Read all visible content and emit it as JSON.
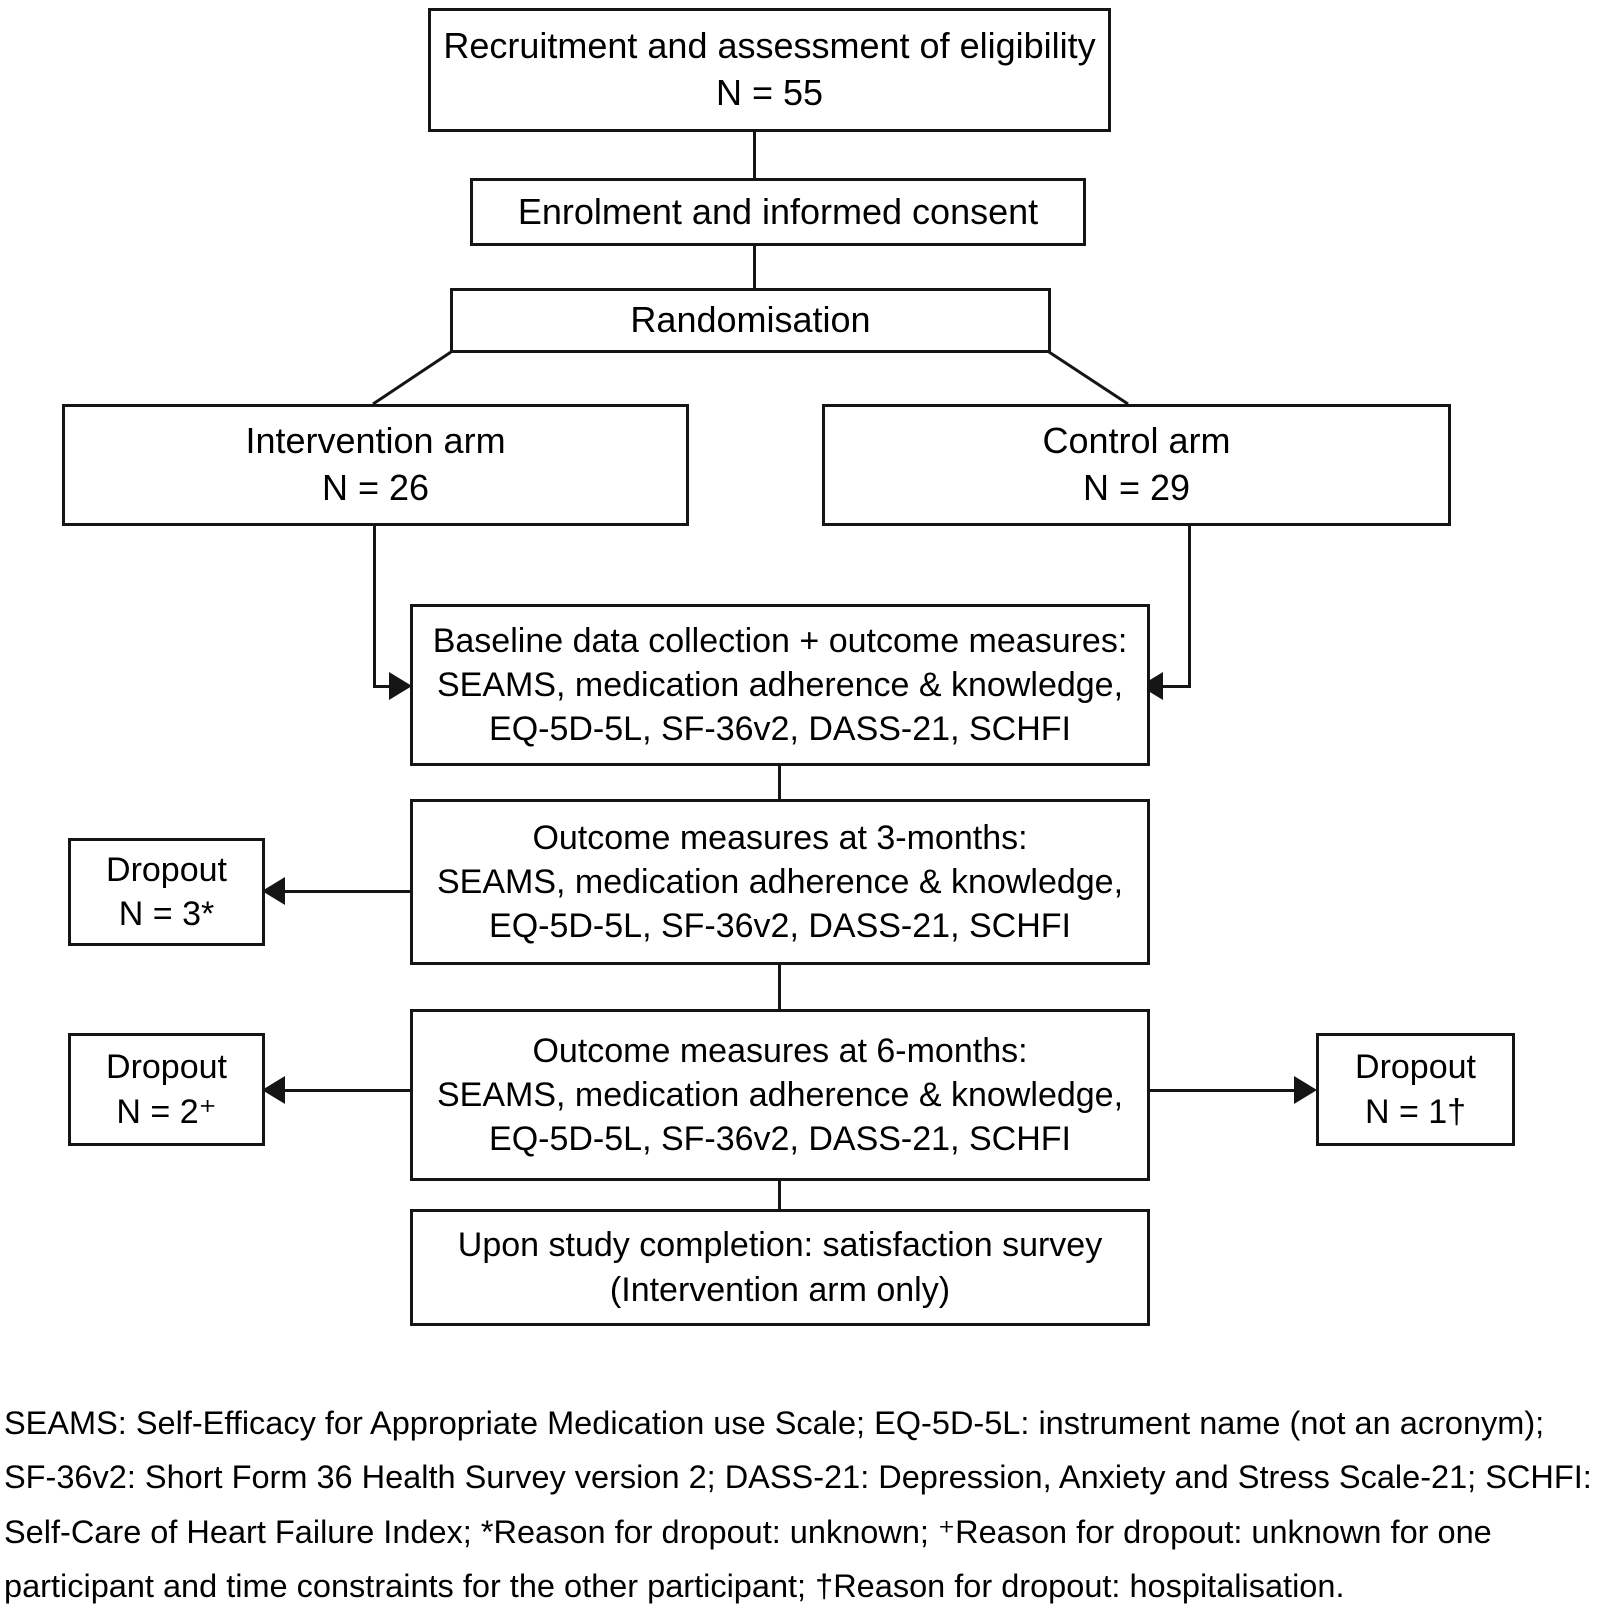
{
  "diagram": {
    "title": "CONSORT-style participant flow diagram",
    "nodes": {
      "recruitment": {
        "line1": "Recruitment and assessment of eligibility",
        "line2": "N = 55"
      },
      "enrolment": {
        "line1": "Enrolment and informed consent"
      },
      "randomisation": {
        "line1": "Randomisation"
      },
      "intervention_arm": {
        "line1": "Intervention arm",
        "line2": "N = 26"
      },
      "control_arm": {
        "line1": "Control arm",
        "line2": "N = 29"
      },
      "baseline": {
        "line1": "Baseline data collection + outcome measures:",
        "line2": "SEAMS, medication adherence & knowledge,",
        "line3": "EQ-5D-5L, SF-36v2, DASS-21, SCHFI"
      },
      "outcome_3_months": {
        "line1": "Outcome measures at 3-months:",
        "line2": "SEAMS, medication adherence & knowledge,",
        "line3": "EQ-5D-5L, SF-36v2, DASS-21, SCHFI"
      },
      "outcome_6_months": {
        "line1": "Outcome measures at 6-months:",
        "line2": "SEAMS, medication adherence & knowledge,",
        "line3": "EQ-5D-5L, SF-36v2, DASS-21, SCHFI"
      },
      "completion": {
        "line1": "Upon study completion: satisfaction survey",
        "line2": "(Intervention arm only)"
      },
      "dropout_3m_left": {
        "line1": "Dropout",
        "line2": "N = 3*"
      },
      "dropout_6m_left": {
        "line1": "Dropout",
        "line2": "N = 2⁺"
      },
      "dropout_6m_right": {
        "line1": "Dropout",
        "line2": "N = 1†"
      }
    },
    "footnote": {
      "line1": "SEAMS: Self-Efficacy for Appropriate Medication use Scale; EQ-5D-5L: instrument name (not an acronym);",
      "line2": "SF-36v2: Short Form 36 Health Survey version 2; DASS-21: Depression, Anxiety and Stress Scale-21; SCHFI:",
      "line3": "Self-Care of Heart Failure Index; *Reason for dropout: unknown; ⁺Reason for dropout: unknown for one",
      "line4": "participant and time constraints for the other participant; †Reason for dropout: hospitalisation."
    },
    "colors": {
      "stroke": "#151515",
      "background": "#ffffff",
      "text": "#000000"
    }
  }
}
